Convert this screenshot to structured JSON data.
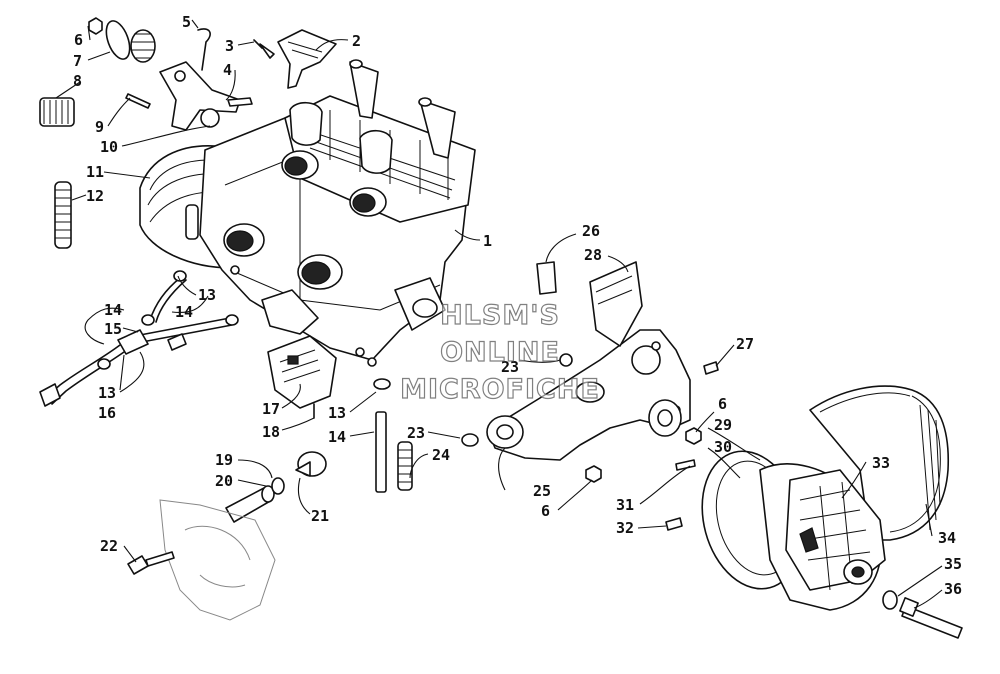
{
  "watermark": {
    "line1": "HLSM'S",
    "line2": "ONLINE",
    "line3": "MICROFICHE"
  },
  "callouts": [
    {
      "id": "c1",
      "label": "1"
    },
    {
      "id": "c2",
      "label": "2"
    },
    {
      "id": "c3",
      "label": "3"
    },
    {
      "id": "c4",
      "label": "4"
    },
    {
      "id": "c5",
      "label": "5"
    },
    {
      "id": "c6a",
      "label": "6"
    },
    {
      "id": "c7",
      "label": "7"
    },
    {
      "id": "c8",
      "label": "8"
    },
    {
      "id": "c9",
      "label": "9"
    },
    {
      "id": "c10",
      "label": "10"
    },
    {
      "id": "c11",
      "label": "11"
    },
    {
      "id": "c12",
      "label": "12"
    },
    {
      "id": "c13a",
      "label": "13"
    },
    {
      "id": "c14a",
      "label": "14"
    },
    {
      "id": "c14b",
      "label": "14"
    },
    {
      "id": "c15",
      "label": "15"
    },
    {
      "id": "c13b",
      "label": "13"
    },
    {
      "id": "c16",
      "label": "16"
    },
    {
      "id": "c17",
      "label": "17"
    },
    {
      "id": "c18",
      "label": "18"
    },
    {
      "id": "c13c",
      "label": "13"
    },
    {
      "id": "c14c",
      "label": "14"
    },
    {
      "id": "c19",
      "label": "19"
    },
    {
      "id": "c20",
      "label": "20"
    },
    {
      "id": "c21",
      "label": "21"
    },
    {
      "id": "c22",
      "label": "22"
    },
    {
      "id": "c23a",
      "label": "23"
    },
    {
      "id": "c23b",
      "label": "23"
    },
    {
      "id": "c24",
      "label": "24"
    },
    {
      "id": "c25",
      "label": "25"
    },
    {
      "id": "c6b",
      "label": "6"
    },
    {
      "id": "c26",
      "label": "26"
    },
    {
      "id": "c28",
      "label": "28"
    },
    {
      "id": "c27",
      "label": "27"
    },
    {
      "id": "c6c",
      "label": "6"
    },
    {
      "id": "c29",
      "label": "29"
    },
    {
      "id": "c30",
      "label": "30"
    },
    {
      "id": "c31",
      "label": "31"
    },
    {
      "id": "c32",
      "label": "32"
    },
    {
      "id": "c33",
      "label": "33"
    },
    {
      "id": "c34",
      "label": "34"
    },
    {
      "id": "c35",
      "label": "35"
    },
    {
      "id": "c36",
      "label": "36"
    }
  ]
}
